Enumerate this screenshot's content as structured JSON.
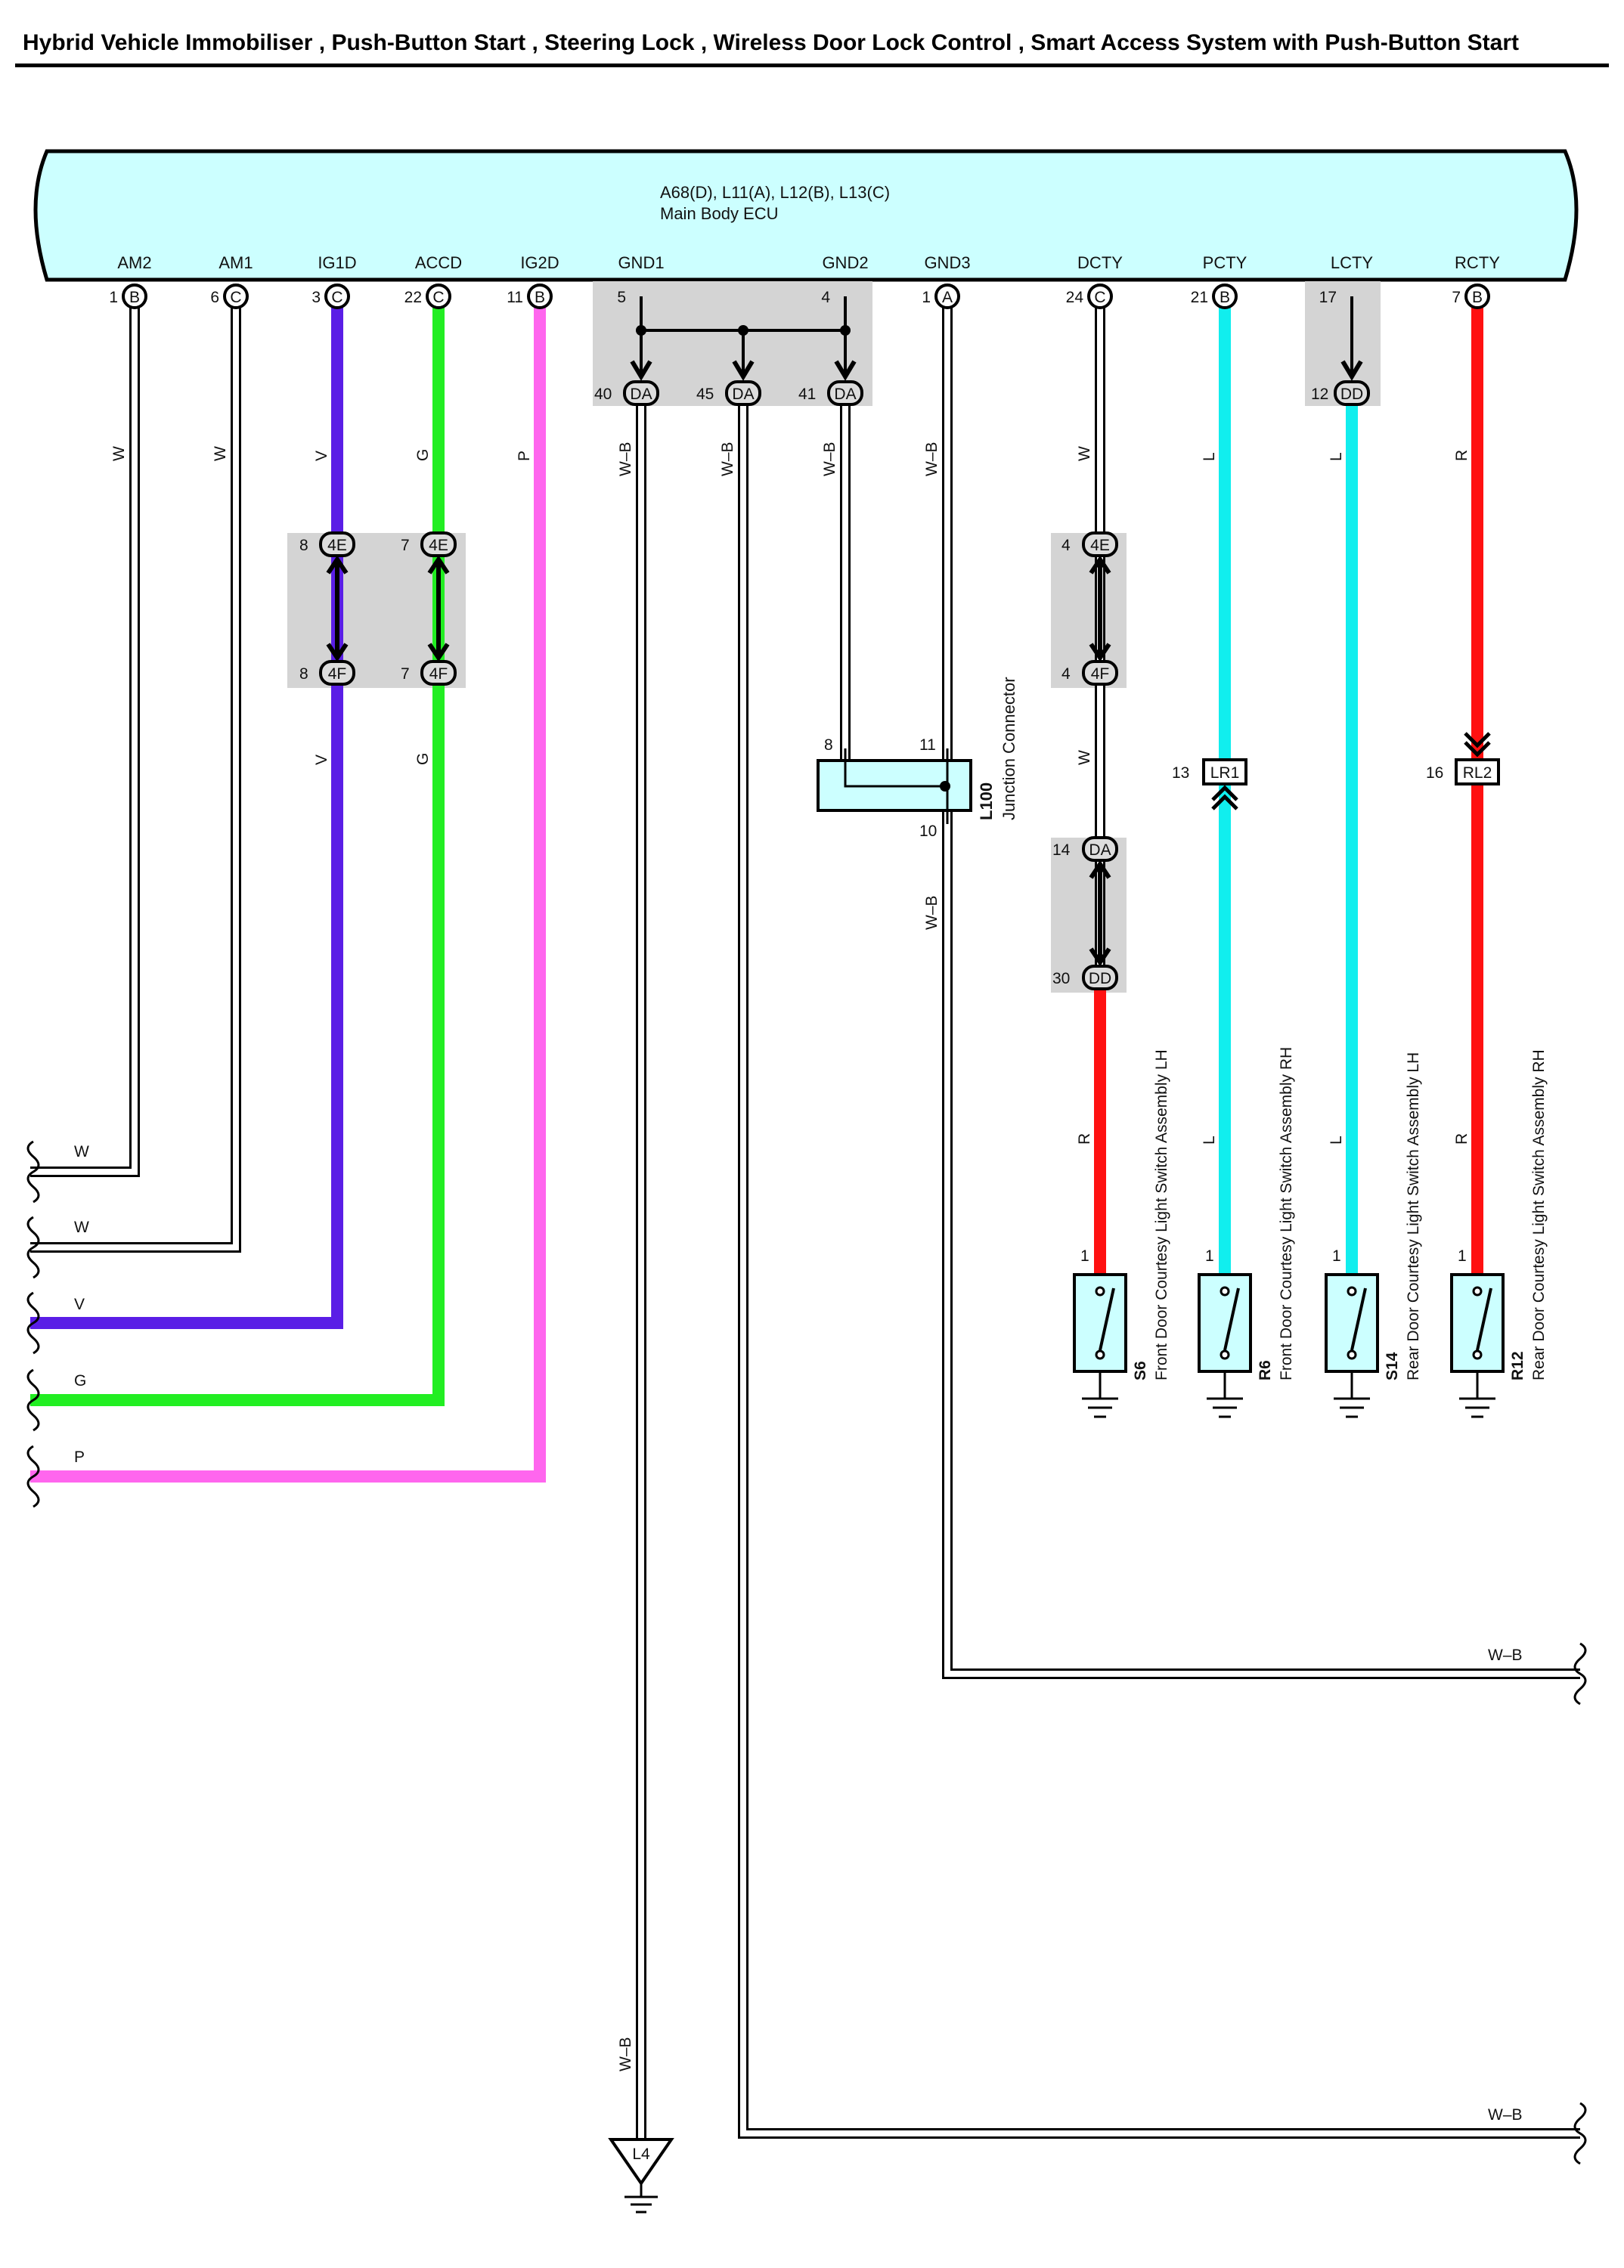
{
  "title": "Hybrid Vehicle Immobiliser , Push-Button Start , Steering Lock , Wireless Door Lock Control , Smart Access System with Push-Button Start",
  "ecu": {
    "connectors": "A68(D), L11(A), L12(B), L13(C)",
    "name": "Main Body ECU",
    "color": "#ccffff"
  },
  "pins": [
    {
      "name": "AM2",
      "num": "1",
      "conn": "B"
    },
    {
      "name": "AM1",
      "num": "6",
      "conn": "C"
    },
    {
      "name": "IG1D",
      "num": "3",
      "conn": "C"
    },
    {
      "name": "ACCD",
      "num": "22",
      "conn": "C"
    },
    {
      "name": "IG2D",
      "num": "11",
      "conn": "B"
    },
    {
      "name": "GND1",
      "num": "5",
      "conn": ""
    },
    {
      "name": "GND2",
      "num": "4",
      "conn": ""
    },
    {
      "name": "GND3",
      "num": "1",
      "conn": "A"
    },
    {
      "name": "DCTY",
      "num": "24",
      "conn": "C"
    },
    {
      "name": "PCTY",
      "num": "21",
      "conn": "B"
    },
    {
      "name": "LCTY",
      "num": "17",
      "conn": ""
    },
    {
      "name": "RCTY",
      "num": "7",
      "conn": "B"
    }
  ],
  "wire_colors": {
    "W": "#ffffff",
    "V": "#5a1ee6",
    "G": "#22ee22",
    "P": "#ff66ee",
    "L": "#11eeee",
    "R": "#ff1111",
    "W-B": "#ffffff"
  },
  "wire_labels": {
    "am2": "W",
    "am1": "W",
    "ig1d": "V",
    "accd": "G",
    "ig2d": "P",
    "gnd1": "W–B",
    "gnd1b": "W–B",
    "gnd2": "W–B",
    "gnd3": "W–B",
    "gnd3b": "W–B",
    "gnd1_bottom": "W–B",
    "dcty": "W",
    "dcty2": "W",
    "dcty3": "R",
    "pcty": "L",
    "pcty2": "L",
    "lcty": "L",
    "lcty2": "L",
    "rcty": "R",
    "rcty2": "R",
    "ig1d2": "V",
    "accd2": "G",
    "off_w1": "W",
    "off_w2": "W",
    "off_v": "V",
    "off_g": "G",
    "off_p": "P",
    "off_wb1": "W–B",
    "off_wb2": "W–B"
  },
  "inline_connectors": {
    "c4e": "4E",
    "c4f": "4F",
    "da": "DA",
    "dd": "DD",
    "lr1": "LR1",
    "rl2": "RL2",
    "p_ig1d_4e": "8",
    "p_accd_4e": "7",
    "p_ig1d_4f": "8",
    "p_accd_4f": "7",
    "p_dcty_4e": "4",
    "p_dcty_4f": "4",
    "p_dcty_da": "14",
    "p_dcty_dd": "30",
    "p_da40": "40",
    "p_da45": "45",
    "p_da41": "41",
    "p_dd12": "12",
    "p_lr1": "13",
    "p_rl2": "16"
  },
  "junction": {
    "code": "L100",
    "name": "Junction Connector",
    "pin_in": "8",
    "pin_in2": "11",
    "pin_out": "10"
  },
  "ground": {
    "code": "L4"
  },
  "switches": [
    {
      "code": "S6",
      "name": "Front Door Courtesy Light Switch Assembly LH",
      "pin": "1"
    },
    {
      "code": "R6",
      "name": "Front Door Courtesy Light Switch Assembly RH",
      "pin": "1"
    },
    {
      "code": "S14",
      "name": "Rear Door Courtesy Light Switch Assembly LH",
      "pin": "1"
    },
    {
      "code": "R12",
      "name": "Rear Door Courtesy Light Switch Assembly RH",
      "pin": "1"
    }
  ]
}
